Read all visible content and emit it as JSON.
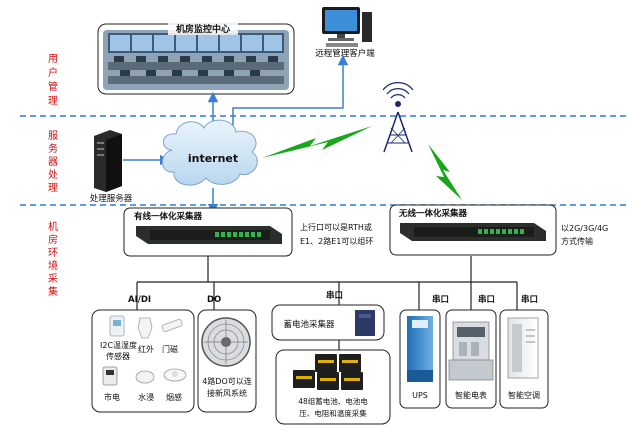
{
  "sections": {
    "user": [
      "用",
      "户",
      "管",
      "理"
    ],
    "server": [
      "服",
      "务",
      "器",
      "处",
      "理"
    ],
    "env": [
      "机",
      "房",
      "环",
      "境",
      "采",
      "集"
    ]
  },
  "top": {
    "monitor_center": "机房监控中心",
    "remote_client": "远程管理客户端",
    "internet": "internet",
    "server_label": "处理服务器"
  },
  "collectors": {
    "wired_title": "有线一体化采集器",
    "wired_note_1": "上行口可以是RTH或",
    "wired_note_2": "E1、2路E1可以组环",
    "wireless_title": "无线一体化采集器",
    "wireless_note_1": "以2G/3G/4G",
    "wireless_note_2": "方式传输"
  },
  "ports": {
    "ai_di": "AI/DI",
    "do": "DO",
    "serial_1": "串口",
    "serial_2": "串口",
    "serial_3": "串口",
    "serial_4": "串口"
  },
  "sensors": {
    "i2c_1": "I2C温湿度",
    "i2c_2": "传感器",
    "infrared": "红外",
    "door": "门磁",
    "mains": "市电",
    "water": "水浸",
    "smoke": "烟感"
  },
  "do_device": {
    "line1": "4路DO可以连",
    "line2": "接新风系统"
  },
  "battery": {
    "collector": "蓄电池采集器",
    "line1": "48组蓄电池、电池电",
    "line2": "压、电阻和温度采集"
  },
  "devices": {
    "ups": "UPS",
    "meter": "智能电表",
    "aircon": "智能空调"
  },
  "colors": {
    "divider": "#2e7bd6",
    "section_text": "#d01010",
    "wire": "#3a7fd0",
    "wireless": "#19a61a",
    "cloud": "#cfe3f4"
  }
}
